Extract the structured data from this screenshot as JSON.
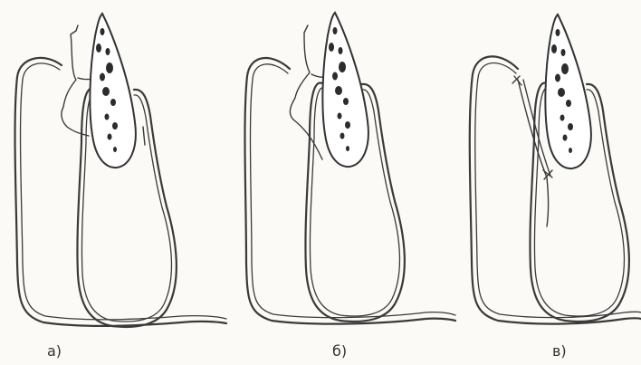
{
  "panels": [
    {
      "id": "a",
      "label": "а)"
    },
    {
      "id": "b",
      "label": "б)"
    },
    {
      "id": "v",
      "label": "в)"
    }
  ],
  "colors": {
    "line": "#3a3a3a",
    "background": "#fbfaf7",
    "bone_fill": "#ffffff"
  }
}
